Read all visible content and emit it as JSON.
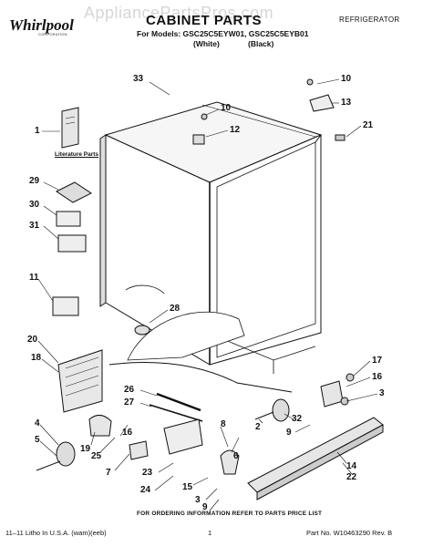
{
  "header": {
    "brand": "Whirlpool",
    "brand_sub": "CORPORATION",
    "watermark": "AppliancePartsPros.com",
    "title": "CABINET PARTS",
    "category": "REFRIGERATOR",
    "models_line": "For Models: GSC25C5EYW01, GSC25C5EYB01",
    "variant_white": "(White)",
    "variant_black": "(Black)"
  },
  "diagram": {
    "literature_label": "Literature Parts",
    "callouts": {
      "c33": "33",
      "c10a": "10",
      "c13": "13",
      "c10b": "10",
      "c12": "12",
      "c21": "21",
      "c1": "1",
      "c29": "29",
      "c30": "30",
      "c31": "31",
      "c11": "11",
      "c28": "28",
      "c20": "20",
      "c18": "18",
      "c17": "17",
      "c16": "16",
      "c3a": "3",
      "c26": "26",
      "c27": "27",
      "c32": "32",
      "c2": "2",
      "c9a": "9",
      "c4": "4",
      "c5": "5",
      "c19": "19",
      "c25": "25",
      "c16b": "16",
      "c7": "7",
      "c23": "23",
      "c24": "24",
      "c8": "8",
      "c6": "6",
      "c14": "14",
      "c22": "22",
      "c15": "15",
      "c3b": "3",
      "c9b": "9"
    }
  },
  "footer": {
    "note": "FOR ORDERING INFORMATION REFER TO PARTS PRICE LIST",
    "litho": "11–11 Litho In U.S.A. (wam)(eeb)",
    "page": "1",
    "part_no": "Part No. W10463290 Rev. B"
  }
}
